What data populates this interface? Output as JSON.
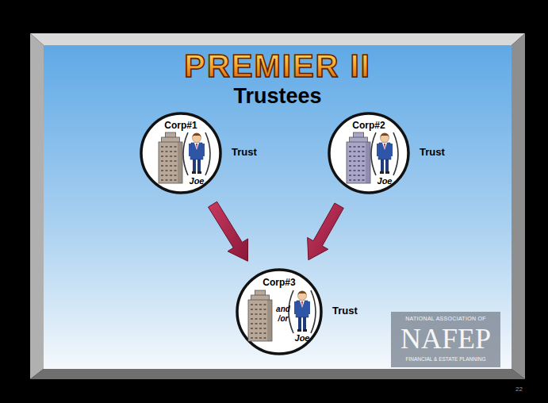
{
  "diagram": {
    "title": "PREMIER II",
    "nodes": [
      {
        "text": [
          "Corp#1",
          "Joe",
          "Trust"
        ]
      },
      {
        "text": [
          "Corp#2",
          "Joe",
          "Trust"
        ]
      },
      {
        "text": [
          "Corp#3",
          "and /or",
          "Joe",
          "Trust"
        ]
      }
    ],
    "edges": [
      {
        "from": 0,
        "to": 2,
        "arrow": "to"
      },
      {
        "from": 1,
        "to": 2,
        "arrow": "to"
      }
    ],
    "labels": [
      "Trustees",
      "NATIONAL ASSOCIATION OF",
      "NAFEP",
      "FINANCIAL & ESTATE PLANNING",
      "22"
    ]
  }
}
